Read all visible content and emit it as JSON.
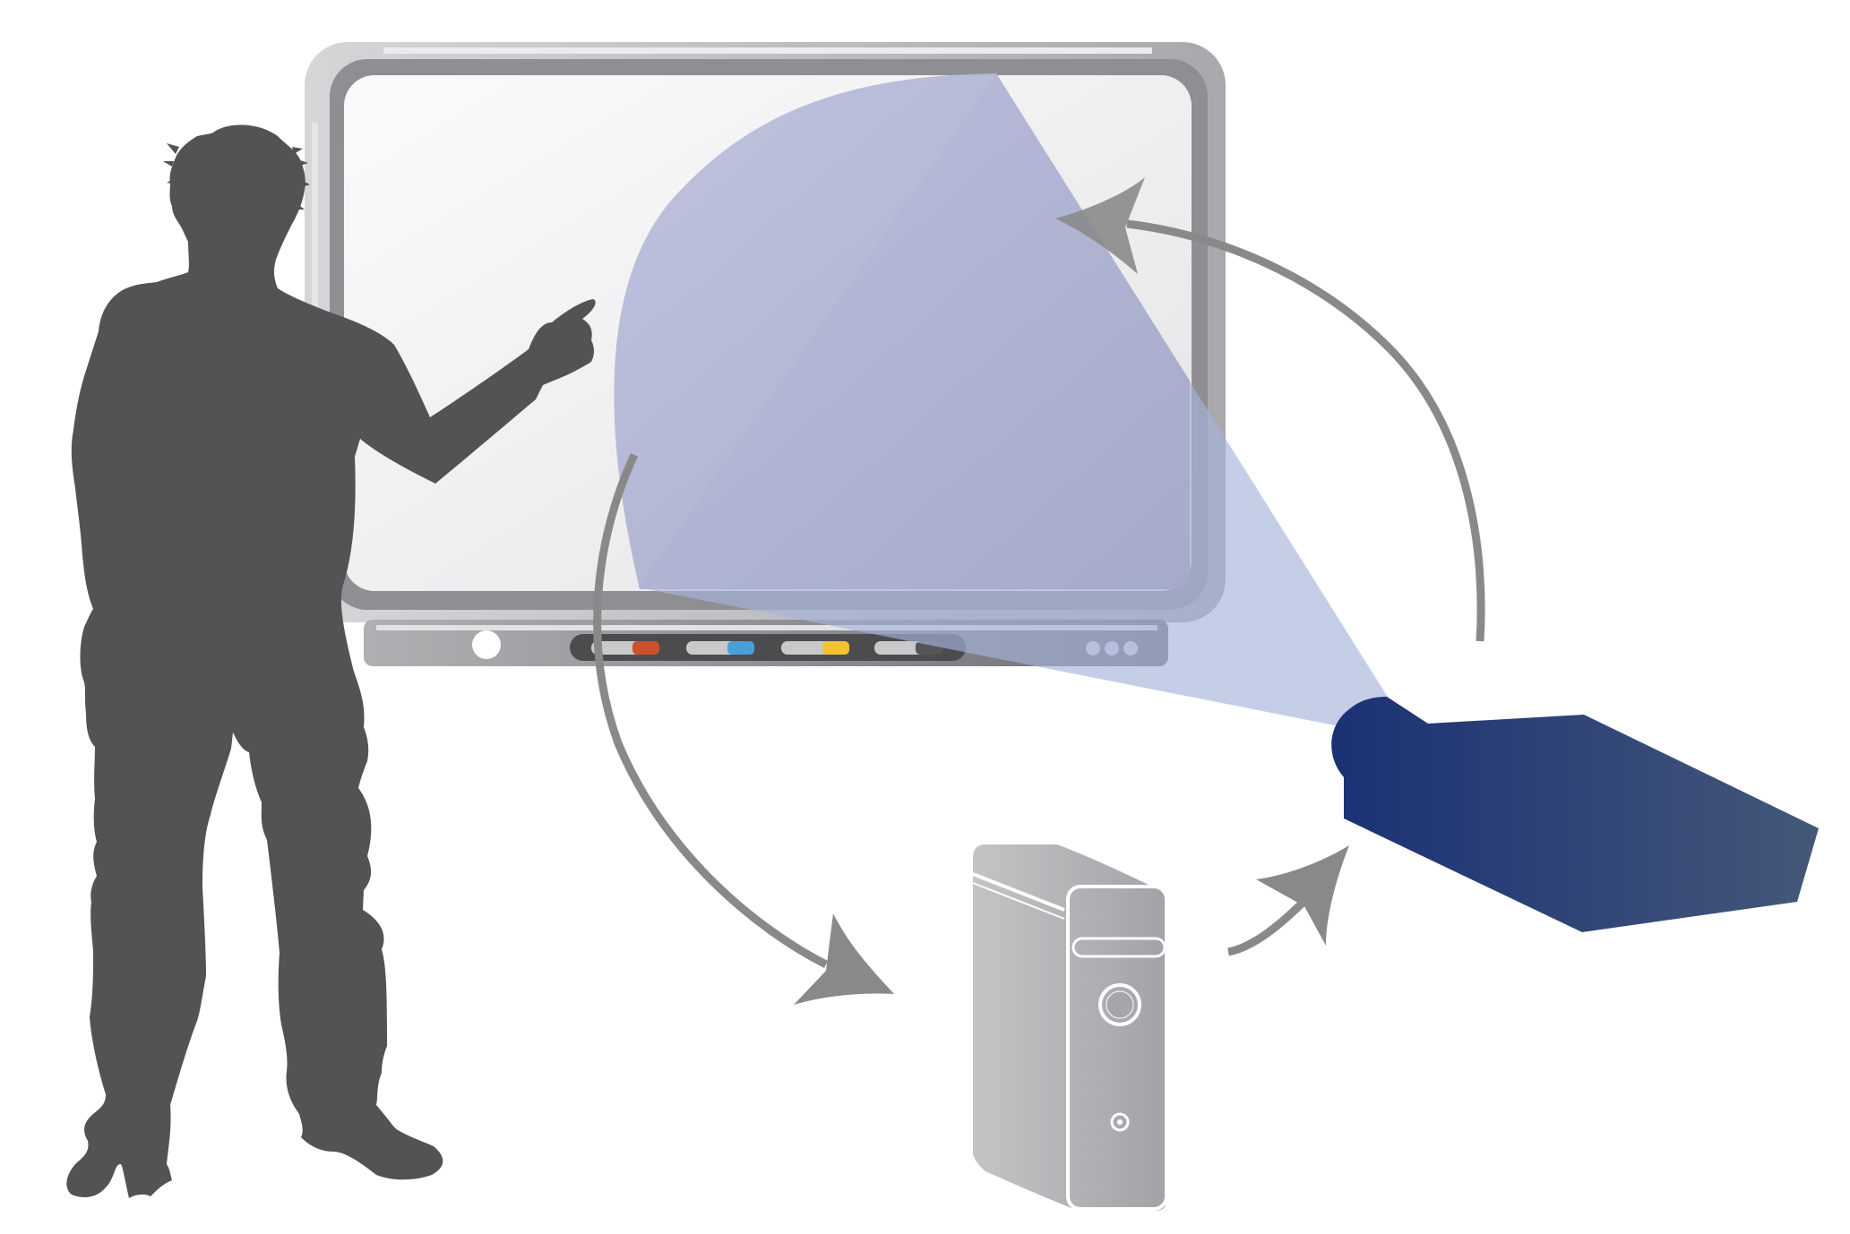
{
  "diagram": {
    "nodes": [
      {
        "id": "presenter",
        "icon": "person-silhouette-icon"
      },
      {
        "id": "whiteboard",
        "icon": "interactive-whiteboard-icon"
      },
      {
        "id": "computer",
        "icon": "desktop-tower-computer-icon"
      },
      {
        "id": "projector",
        "icon": "projector-icon"
      }
    ],
    "edges": [
      {
        "from": "whiteboard",
        "to": "computer",
        "icon": "curved-arrow-icon"
      },
      {
        "from": "computer",
        "to": "projector",
        "icon": "curved-arrow-icon"
      },
      {
        "from": "projector",
        "to": "whiteboard",
        "icon": "curved-arrow-icon"
      }
    ],
    "projection_beam_icon": "light-beam-icon",
    "pen_tray": {
      "pens": [
        "red",
        "blue",
        "yellow",
        "black"
      ]
    }
  },
  "colors": {
    "presenter": "#535355",
    "board_frame": "#a7a7aa",
    "board_surface": "#f0f0f2",
    "projected_area": "#b7b9d8",
    "beam": "#aab6da",
    "projector_dark": "#1b3175",
    "projector_light": "#405477",
    "arrow": "#898989",
    "computer": "#adadb0",
    "pen_red": "#c9512b",
    "pen_blue": "#4a9fd8",
    "pen_yellow": "#f2c233",
    "pen_black": "#555558"
  }
}
